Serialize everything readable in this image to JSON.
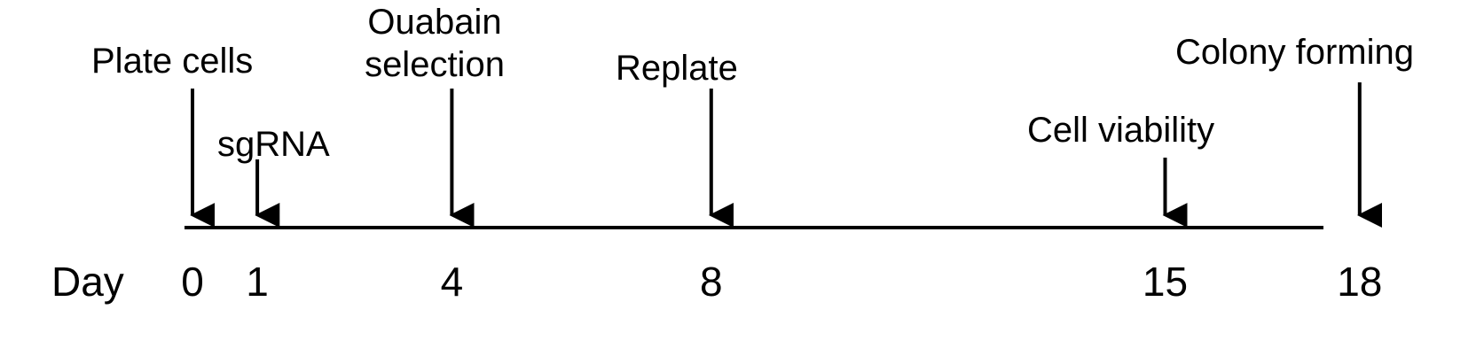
{
  "day_label": "Day",
  "events": [
    {
      "day": 0,
      "day_label": "0",
      "label_lines": [
        "Plate cells"
      ]
    },
    {
      "day": 1,
      "day_label": "1",
      "label_lines": [
        "sgRNA"
      ]
    },
    {
      "day": 4,
      "day_label": "4",
      "label_lines": [
        "Ouabain",
        "selection"
      ]
    },
    {
      "day": 8,
      "day_label": "8",
      "label_lines": [
        "Replate"
      ]
    },
    {
      "day": 15,
      "day_label": "15",
      "label_lines": [
        "Cell viability"
      ]
    },
    {
      "day": 18,
      "day_label": "18",
      "label_lines": [
        "Colony forming"
      ]
    }
  ]
}
